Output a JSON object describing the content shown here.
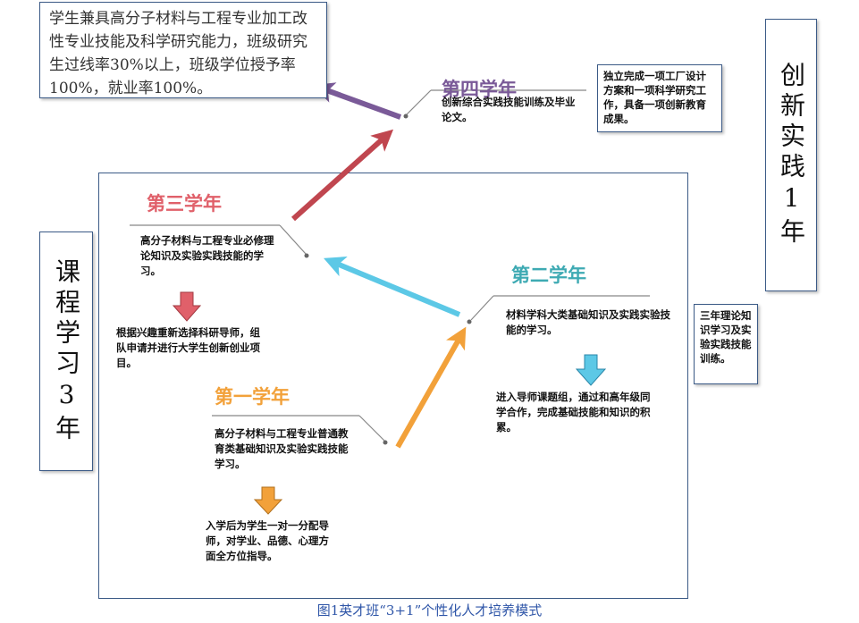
{
  "outcome_box": "学生兼具高分子材料与工程专业加工改性专业技能及科学研究能力，班级研究生过线率30%以上，班级学位授予率100%，就业率100%。",
  "course_box": "课程学习3年",
  "innovation_box": "创新实践1年",
  "year1": {
    "title": "第一学年",
    "desc": "高分子材料与工程专业普通教育类基础知识及实验实践技能学习。",
    "detail": "入学后为学生一对一分配导师，对学业、品德、心理方面全方位指导。"
  },
  "year2": {
    "title": "第二学年",
    "desc": "材料学科大类基础知识及实践实验技能的学习。",
    "detail": "进入导师课题组，通过和高年级同学合作，完成基础技能和知识的积累。"
  },
  "year3": {
    "title": "第三学年",
    "desc": "高分子材料与工程专业必修理论知识及实验实践技能的学习。",
    "detail": "根据兴趣重新选择科研导师，组队申请并进行大学生创新创业项目。"
  },
  "year4": {
    "title": "第四学年",
    "desc": "创新综合实践技能训练及毕业论文。",
    "detail": "独立完成一项工厂设计方案和一项科学研究工作，具备一项创新教育成果。"
  },
  "side_note": "三年理论知识学习及实验实践技能训练。",
  "caption": "图1英才班“3+1”个性化人才培养模式",
  "colors": {
    "year1": "#f2a13a",
    "year2": "#5cc8e6",
    "year3": "#c0464f",
    "year4": "#7a5a98",
    "frame": "#3b5a86"
  }
}
